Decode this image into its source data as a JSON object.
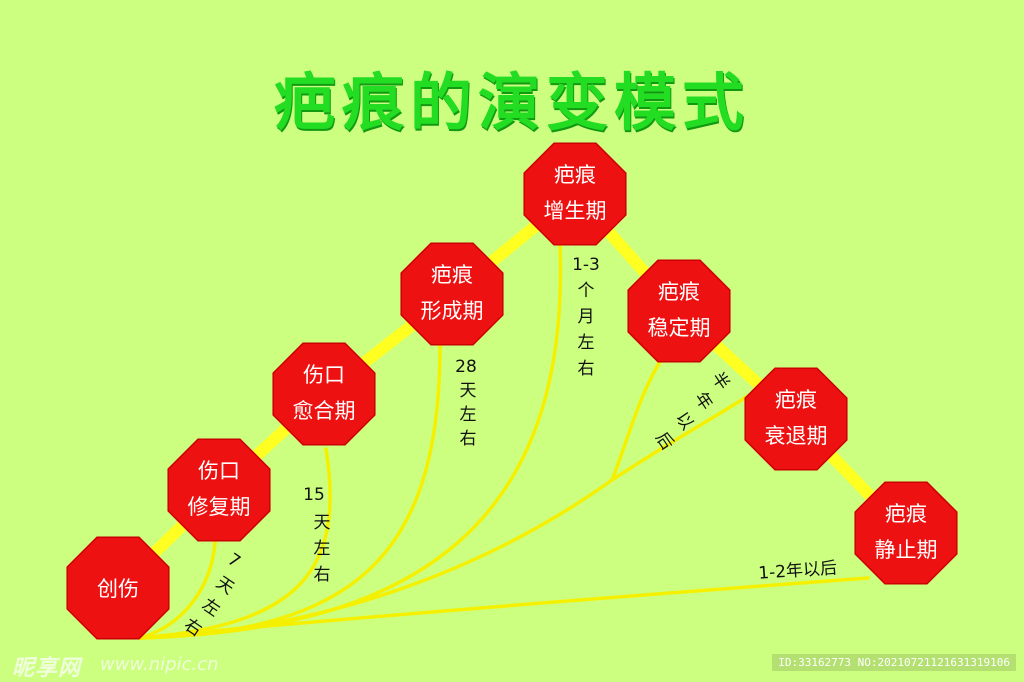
{
  "title": "疤痕的演变模式",
  "stages": [
    {
      "id": "wound",
      "lines": [
        "创伤"
      ]
    },
    {
      "id": "repair",
      "lines": [
        "伤口",
        "修复期"
      ]
    },
    {
      "id": "healing",
      "lines": [
        "伤口",
        "愈合期"
      ]
    },
    {
      "id": "formation",
      "lines": [
        "疤痕",
        "形成期"
      ]
    },
    {
      "id": "proliferation",
      "lines": [
        "疤痕",
        "增生期"
      ]
    },
    {
      "id": "stable",
      "lines": [
        "疤痕",
        "稳定期"
      ]
    },
    {
      "id": "regression",
      "lines": [
        "疤痕",
        "衰退期"
      ]
    },
    {
      "id": "static",
      "lines": [
        "疤痕",
        "静止期"
      ]
    }
  ],
  "durations": [
    {
      "id": "d-7",
      "text": "7天左右"
    },
    {
      "id": "d-15",
      "text": "15天左右"
    },
    {
      "id": "d-28",
      "text": "28天左右"
    },
    {
      "id": "d-1-3",
      "text": "1-3个月左右"
    },
    {
      "id": "d-half",
      "text": "半年以后"
    },
    {
      "id": "d-1-2",
      "text": "1-2年以后"
    }
  ],
  "colors": {
    "background": "#ccff80",
    "title": "#22dd22",
    "octagon": "#ee1111",
    "octagon_border": "#cc0000",
    "connector": "#ffff22",
    "curve": "#f5f000"
  },
  "watermark": {
    "site": "昵享网",
    "url": "www.nipic.cn",
    "id": "ID:33162773 NO:20210721121631319106"
  }
}
